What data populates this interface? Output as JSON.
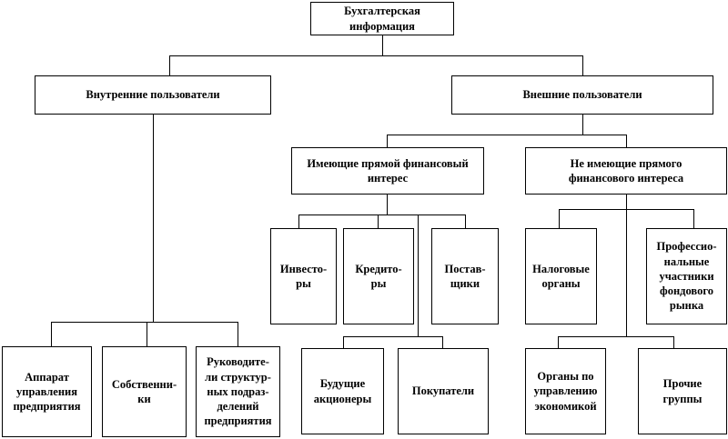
{
  "nodes": {
    "root": "Бухгалтерская  информация",
    "internal": "Внутренние пользователи",
    "external": "Внешние пользователи",
    "direct": "Имеющие прямой финансовый\nинтерес",
    "indirect": "Не имеющие прямого\nфинансового интереса",
    "investors": "Инвесто-\nры",
    "creditors": "Кредито-\nры",
    "suppliers": "Постав-\nщики",
    "tax": "Налоговые\nорганы",
    "professionals": "Профессио-\nнальные\nучастники\nфондового\nрынка",
    "future_shareholders": "Будущие\nакционеры",
    "buyers": "Покупатели",
    "management_apparatus": "Аппарат\nуправления\nпредприятия",
    "owners": "Собственни-\nки",
    "unit_heads": "Руководите-\nли структур-\nных подраз-\nделений\nпредприятия",
    "economy_bodies": "Органы по\nуправлению\nэкономикой",
    "other_groups": "Прочие\nгруппы"
  }
}
